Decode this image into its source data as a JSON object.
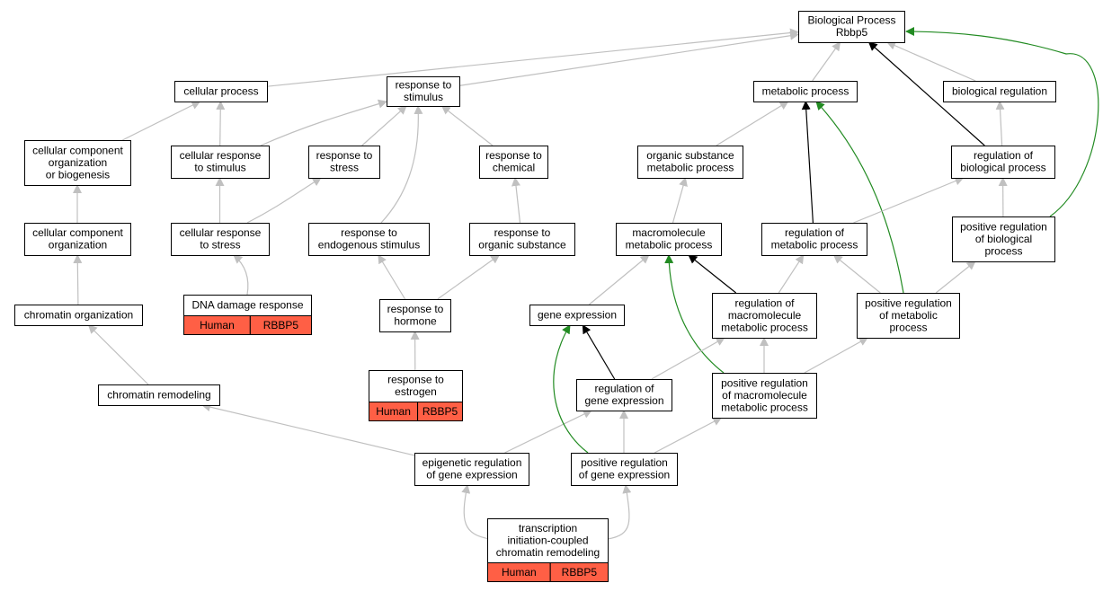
{
  "colors": {
    "default_edge": "#c0c0c0",
    "is_a_edge": "#000000",
    "positive_edge": "#228b22",
    "annotation_fill": "#ff5f45"
  },
  "nodes": [
    {
      "id": "bp",
      "lines": [
        "Biological Process",
        "Rbbp5"
      ]
    },
    {
      "id": "cellular_process",
      "lines": [
        "cellular process"
      ]
    },
    {
      "id": "response_to_stimulus",
      "lines": [
        "response to",
        "stimulus"
      ]
    },
    {
      "id": "metabolic_process",
      "lines": [
        "metabolic process"
      ]
    },
    {
      "id": "biological_regulation",
      "lines": [
        "biological regulation"
      ]
    },
    {
      "id": "ccob",
      "lines": [
        "cellular component",
        "organization",
        "or biogenesis"
      ]
    },
    {
      "id": "cellular_response_to_stimulus",
      "lines": [
        "cellular response",
        "to stimulus"
      ]
    },
    {
      "id": "response_to_stress",
      "lines": [
        "response to",
        "stress"
      ]
    },
    {
      "id": "response_to_chemical",
      "lines": [
        "response to",
        "chemical"
      ]
    },
    {
      "id": "organic_substance_metabolic",
      "lines": [
        "organic substance",
        "metabolic process"
      ]
    },
    {
      "id": "regulation_of_biological_process",
      "lines": [
        "regulation of",
        "biological process"
      ]
    },
    {
      "id": "cc_organization",
      "lines": [
        "cellular component",
        "organization"
      ]
    },
    {
      "id": "cellular_response_to_stress",
      "lines": [
        "cellular response",
        "to stress"
      ]
    },
    {
      "id": "response_to_endogenous",
      "lines": [
        "response to",
        "endogenous stimulus"
      ]
    },
    {
      "id": "response_to_organic",
      "lines": [
        "response to",
        "organic substance"
      ]
    },
    {
      "id": "macromolecule_metabolic",
      "lines": [
        "macromolecule",
        "metabolic process"
      ]
    },
    {
      "id": "regulation_of_metabolic",
      "lines": [
        "regulation of",
        "metabolic process"
      ]
    },
    {
      "id": "pos_reg_biological",
      "lines": [
        "positive regulation",
        "of biological",
        "process"
      ]
    },
    {
      "id": "chromatin_organization",
      "lines": [
        "chromatin organization"
      ]
    },
    {
      "id": "dna_damage_response",
      "lines": [
        "DNA damage response"
      ],
      "annotation": [
        "Human",
        "RBBP5"
      ]
    },
    {
      "id": "response_to_hormone",
      "lines": [
        "response to",
        "hormone"
      ]
    },
    {
      "id": "gene_expression",
      "lines": [
        "gene expression"
      ]
    },
    {
      "id": "reg_macromolecule_metabolic",
      "lines": [
        "regulation of",
        "macromolecule",
        "metabolic process"
      ]
    },
    {
      "id": "pos_reg_metabolic",
      "lines": [
        "positive regulation",
        "of metabolic",
        "process"
      ]
    },
    {
      "id": "chromatin_remodeling",
      "lines": [
        "chromatin remodeling"
      ]
    },
    {
      "id": "response_to_estrogen",
      "lines": [
        "response to",
        "estrogen"
      ],
      "annotation": [
        "Human",
        "RBBP5"
      ]
    },
    {
      "id": "regulation_of_gene_expression",
      "lines": [
        "regulation of",
        "gene expression"
      ]
    },
    {
      "id": "pos_reg_macromolecule_metabolic",
      "lines": [
        "positive regulation",
        "of macromolecule",
        "metabolic process"
      ]
    },
    {
      "id": "epigenetic_regulation",
      "lines": [
        "epigenetic regulation",
        "of gene expression"
      ]
    },
    {
      "id": "pos_reg_gene_expression",
      "lines": [
        "positive regulation",
        "of gene expression"
      ]
    },
    {
      "id": "transcription_initiation",
      "lines": [
        "transcription",
        "initiation-coupled",
        "chromatin remodeling"
      ],
      "annotation": [
        "Human",
        "RBBP5"
      ]
    }
  ],
  "edges": [
    {
      "from": "cellular_process",
      "to": "bp",
      "kind": "default"
    },
    {
      "from": "response_to_stimulus",
      "to": "bp",
      "kind": "default"
    },
    {
      "from": "metabolic_process",
      "to": "bp",
      "kind": "default"
    },
    {
      "from": "biological_regulation",
      "to": "bp",
      "kind": "default"
    },
    {
      "from": "regulation_of_biological_process",
      "to": "bp",
      "kind": "is_a"
    },
    {
      "from": "pos_reg_biological",
      "to": "bp",
      "kind": "positive"
    },
    {
      "from": "ccob",
      "to": "cellular_process",
      "kind": "default"
    },
    {
      "from": "cellular_response_to_stimulus",
      "to": "cellular_process",
      "kind": "default"
    },
    {
      "from": "cellular_response_to_stimulus",
      "to": "response_to_stimulus",
      "kind": "default"
    },
    {
      "from": "response_to_stress",
      "to": "response_to_stimulus",
      "kind": "default"
    },
    {
      "from": "response_to_chemical",
      "to": "response_to_stimulus",
      "kind": "default"
    },
    {
      "from": "response_to_endogenous",
      "to": "response_to_stimulus",
      "kind": "default"
    },
    {
      "from": "organic_substance_metabolic",
      "to": "metabolic_process",
      "kind": "default"
    },
    {
      "from": "regulation_of_metabolic",
      "to": "metabolic_process",
      "kind": "is_a"
    },
    {
      "from": "pos_reg_metabolic",
      "to": "metabolic_process",
      "kind": "positive"
    },
    {
      "from": "regulation_of_biological_process",
      "to": "biological_regulation",
      "kind": "default"
    },
    {
      "from": "cc_organization",
      "to": "ccob",
      "kind": "default"
    },
    {
      "from": "cellular_response_to_stress",
      "to": "cellular_response_to_stimulus",
      "kind": "default"
    },
    {
      "from": "cellular_response_to_stress",
      "to": "response_to_stress",
      "kind": "default"
    },
    {
      "from": "response_to_organic",
      "to": "response_to_chemical",
      "kind": "default"
    },
    {
      "from": "macromolecule_metabolic",
      "to": "organic_substance_metabolic",
      "kind": "default"
    },
    {
      "from": "regulation_of_metabolic",
      "to": "regulation_of_biological_process",
      "kind": "default"
    },
    {
      "from": "pos_reg_biological",
      "to": "regulation_of_biological_process",
      "kind": "default"
    },
    {
      "from": "chromatin_organization",
      "to": "cc_organization",
      "kind": "default"
    },
    {
      "from": "dna_damage_response",
      "to": "cellular_response_to_stress",
      "kind": "default"
    },
    {
      "from": "response_to_hormone",
      "to": "response_to_endogenous",
      "kind": "default"
    },
    {
      "from": "response_to_hormone",
      "to": "response_to_organic",
      "kind": "default"
    },
    {
      "from": "gene_expression",
      "to": "macromolecule_metabolic",
      "kind": "default"
    },
    {
      "from": "reg_macromolecule_metabolic",
      "to": "macromolecule_metabolic",
      "kind": "is_a"
    },
    {
      "from": "pos_reg_macromolecule_metabolic",
      "to": "macromolecule_metabolic",
      "kind": "positive"
    },
    {
      "from": "reg_macromolecule_metabolic",
      "to": "regulation_of_metabolic",
      "kind": "default"
    },
    {
      "from": "pos_reg_metabolic",
      "to": "regulation_of_metabolic",
      "kind": "default"
    },
    {
      "from": "pos_reg_metabolic",
      "to": "pos_reg_biological",
      "kind": "default"
    },
    {
      "from": "chromatin_remodeling",
      "to": "chromatin_organization",
      "kind": "default"
    },
    {
      "from": "response_to_estrogen",
      "to": "response_to_hormone",
      "kind": "default"
    },
    {
      "from": "regulation_of_gene_expression",
      "to": "gene_expression",
      "kind": "is_a"
    },
    {
      "from": "regulation_of_gene_expression",
      "to": "reg_macromolecule_metabolic",
      "kind": "default"
    },
    {
      "from": "pos_reg_macromolecule_metabolic",
      "to": "reg_macromolecule_metabolic",
      "kind": "default"
    },
    {
      "from": "pos_reg_macromolecule_metabolic",
      "to": "pos_reg_metabolic",
      "kind": "default"
    },
    {
      "from": "epigenetic_regulation",
      "to": "chromatin_remodeling",
      "kind": "default"
    },
    {
      "from": "epigenetic_regulation",
      "to": "regulation_of_gene_expression",
      "kind": "default"
    },
    {
      "from": "pos_reg_gene_expression",
      "to": "regulation_of_gene_expression",
      "kind": "default"
    },
    {
      "from": "pos_reg_gene_expression",
      "to": "gene_expression",
      "kind": "positive"
    },
    {
      "from": "pos_reg_gene_expression",
      "to": "pos_reg_macromolecule_metabolic",
      "kind": "default"
    },
    {
      "from": "transcription_initiation",
      "to": "epigenetic_regulation",
      "kind": "default"
    },
    {
      "from": "transcription_initiation",
      "to": "pos_reg_gene_expression",
      "kind": "default"
    }
  ]
}
